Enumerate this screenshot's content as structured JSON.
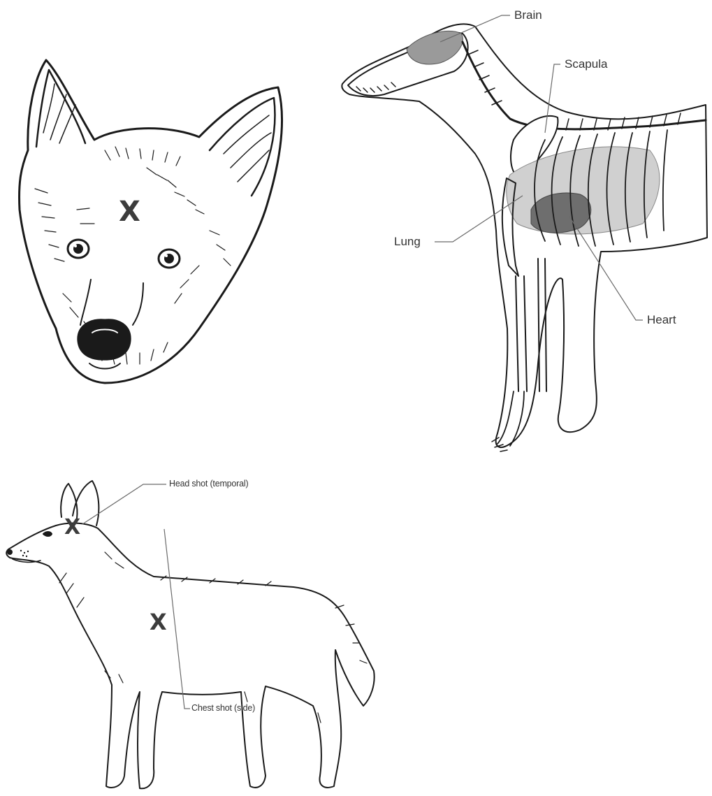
{
  "figure": {
    "marker_symbol": "X",
    "colors": {
      "ink": "#1a1a1a",
      "marker": "#3c3c3c",
      "organ_fill": "#9a9a9a",
      "heart_fill": "#6e6e6e",
      "leader_line": "#6a6a6a"
    }
  },
  "panels": {
    "head_front": {
      "marker": "X"
    },
    "anatomy": {
      "labels": {
        "brain": "Brain",
        "scapula": "Scapula",
        "lung": "Lung",
        "heart": "Heart"
      }
    },
    "side_view": {
      "labels": {
        "head_shot": "Head shot (temporal)",
        "chest_shot": "Chest shot (side)"
      },
      "markers": {
        "head": "X",
        "chest": "X"
      }
    }
  }
}
